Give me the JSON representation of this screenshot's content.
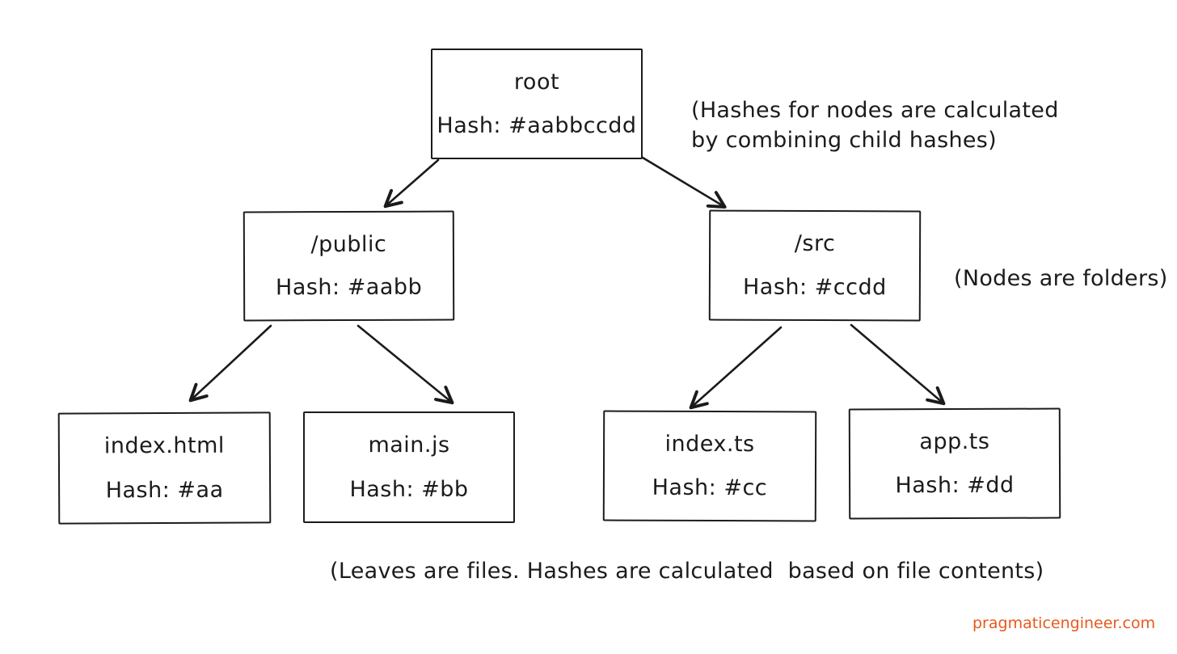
{
  "diagram": {
    "type": "merkle-tree-folder-diagram",
    "colors": {
      "background": "#ffffff",
      "ink": "#1b1b1b",
      "watermark_orange": "#e8591c"
    },
    "nodes": [
      {
        "id": "root",
        "title": "root",
        "hash": "Hash: #aabbccdd"
      },
      {
        "id": "public",
        "title": "/public",
        "hash": "Hash: #aabb"
      },
      {
        "id": "src",
        "title": "/src",
        "hash": "Hash: #ccdd"
      },
      {
        "id": "index-html",
        "title": "index.html",
        "hash": "Hash: #aa"
      },
      {
        "id": "main-js",
        "title": "main.js",
        "hash": "Hash: #bb"
      },
      {
        "id": "index-ts",
        "title": "index.ts",
        "hash": "Hash: #cc"
      },
      {
        "id": "app-ts",
        "title": "app.ts",
        "hash": "Hash: #dd"
      }
    ],
    "edges": [
      {
        "from": "root",
        "to": "/public"
      },
      {
        "from": "root",
        "to": "/src"
      },
      {
        "from": "/public",
        "to": "index.html"
      },
      {
        "from": "/public",
        "to": "main.js"
      },
      {
        "from": "/src",
        "to": "index.ts"
      },
      {
        "from": "/src",
        "to": "app.ts"
      }
    ],
    "annotations": {
      "nodes_note": "(Hashes for nodes are calculated\nby combining child hashes)",
      "folders_note": "(Nodes are folders)",
      "leaves_note": "(Leaves are files. Hashes are calculated  based on file contents)",
      "watermark": "pragmaticengineer.com"
    }
  }
}
